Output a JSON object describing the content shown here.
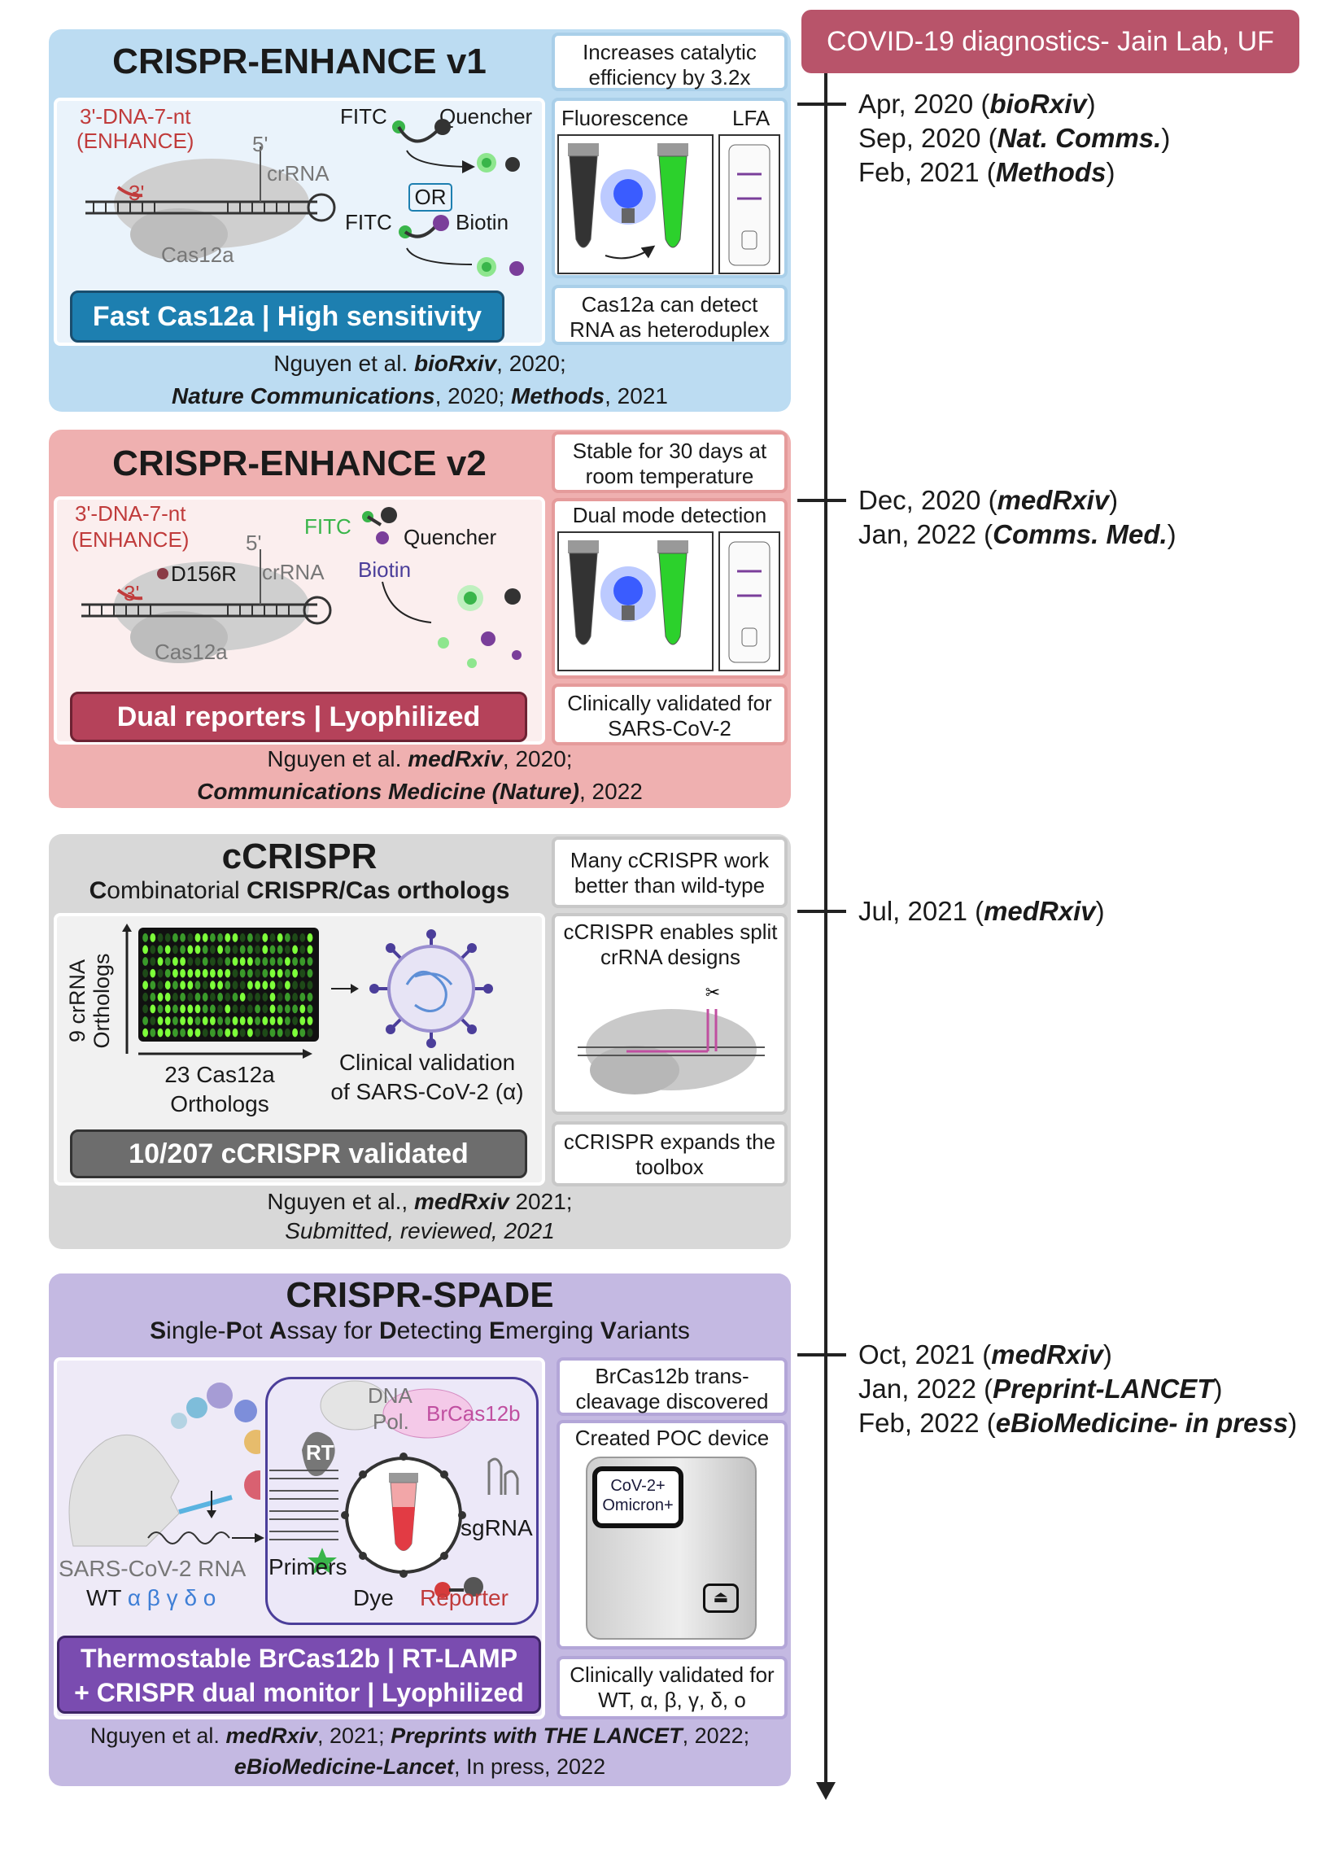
{
  "header": {
    "title": "COVID-19 diagnostics- Jain Lab, UF"
  },
  "timeline": {
    "groups": [
      {
        "lines": [
          {
            "a": "Apr, 2020 (",
            "b": "bioRxiv",
            "c": ")"
          },
          {
            "a": "Sep, 2020 (",
            "b": "Nat. Comms.",
            "c": ")"
          },
          {
            "a": "Feb, 2021 (",
            "b": "Methods",
            "c": ")"
          }
        ]
      },
      {
        "lines": [
          {
            "a": "Dec, 2020 (",
            "b": "medRxiv",
            "c": ")"
          },
          {
            "a": "Jan, 2022 (",
            "b": "Comms. Med.",
            "c": ")"
          }
        ]
      },
      {
        "lines": [
          {
            "a": "Jul, 2021 (",
            "b": "medRxiv",
            "c": ")"
          }
        ]
      },
      {
        "lines": [
          {
            "a": "Oct, 2021 (",
            "b": "medRxiv",
            "c": ")"
          },
          {
            "a": "Jan, 2022 (",
            "b": "Preprint-LANCET",
            "c": ")"
          },
          {
            "a": "Feb, 2022 (",
            "b": "eBioMedicine- in press",
            "c": ")"
          }
        ]
      }
    ]
  },
  "v1": {
    "title": "CRISPR-ENHANCE v1",
    "note1": "Increases catalytic efficiency by 3.2x",
    "note2": "Cas12a can detect RNA as heteroduplex",
    "banner": "Fast Cas12a | High sensitivity",
    "labels": {
      "dna": "3'-DNA-7-nt",
      "enh": "(ENHANCE)",
      "five": "5'",
      "three": "3'",
      "crrna": "crRNA",
      "cas": "Cas12a",
      "fitc1": "FITC",
      "quencher": "Quencher",
      "or": "OR",
      "fitc2": "FITC",
      "biotin": "Biotin",
      "fluor": "Fluorescence",
      "lfa": "LFA"
    },
    "cite": {
      "l1a": "Nguyen et al. ",
      "l1b": "bioRxiv",
      "l1c": ", 2020;",
      "l2a": "Nature Communications",
      "l2b": ", 2020; ",
      "l2c": "Methods",
      "l2d": ", 2021"
    }
  },
  "v2": {
    "title": "CRISPR-ENHANCE v2",
    "note1": "Stable for 30 days at room temperature",
    "note2": "Dual mode detection",
    "note3": "Clinically validated for SARS-CoV-2",
    "banner": "Dual reporters | Lyophilized",
    "labels": {
      "dna": "3'-DNA-7-nt",
      "enh": "(ENHANCE)",
      "five": "5'",
      "three": "3'",
      "d156r": "D156R",
      "crrna": "crRNA",
      "cas": "Cas12a",
      "fitc": "FITC",
      "quencher": "Quencher",
      "biotin": "Biotin"
    },
    "cite": {
      "l1a": "Nguyen et al. ",
      "l1b": "medRxiv",
      "l1c": ", 2020;",
      "l2a": "Communications Medicine (Nature)",
      "l2b": ", 2022"
    }
  },
  "cc": {
    "title": "cCRISPR",
    "subtitle_parts": [
      "C",
      "ombinatorial ",
      "CRISPR/Cas orthologs"
    ],
    "note1": "Many cCRISPR work better than wild-type",
    "note2": "cCRISPR enables split crRNA designs",
    "note3": "cCRISPR expands the toolbox",
    "ylabel1": "9 crRNA",
    "ylabel2": "Orthologs",
    "xlabel1": "23 Cas12a",
    "xlabel2": "Orthologs",
    "clin1": "Clinical validation",
    "clin2": "of SARS-CoV-2 (α)",
    "banner": "10/207 cCRISPR validated",
    "cite": {
      "l1a": "Nguyen et al., ",
      "l1b": "medRxiv",
      "l1c": " 2021;",
      "l2": "Submitted, reviewed, 2021"
    }
  },
  "spade": {
    "title": "CRISPR-SPADE",
    "subtitle": [
      {
        "t": "S",
        "b": true
      },
      {
        "t": "ingle-",
        "b": false
      },
      {
        "t": "P",
        "b": true
      },
      {
        "t": "ot ",
        "b": false
      },
      {
        "t": "A",
        "b": true
      },
      {
        "t": "ssay for ",
        "b": false
      },
      {
        "t": "D",
        "b": true
      },
      {
        "t": "etecting ",
        "b": false
      },
      {
        "t": "E",
        "b": true
      },
      {
        "t": "merging ",
        "b": false
      },
      {
        "t": "V",
        "b": true
      },
      {
        "t": "ariants",
        "b": false
      }
    ],
    "note1": "BrCas12b trans-cleavage discovered",
    "note2": "Created POC device",
    "note3": "Clinically validated for WT, α, β, γ, δ, o",
    "device1": "CoV-2+",
    "device2": "Omicron+",
    "labels": {
      "dna": "DNA",
      "pol": "Pol.",
      "brcas": "BrCas12b",
      "rt": "RT",
      "sgrna": "sgRNA",
      "primers": "Primers",
      "dye": "Dye",
      "reporter": "Reporter",
      "rna": "SARS-CoV-2 RNA",
      "wt": "WT",
      "variants": "α β γ δ o"
    },
    "banner1": "Thermostable BrCas12b | RT-LAMP",
    "banner2": "+ CRISPR dual monitor | Lyophilized",
    "cite": {
      "l1a": "Nguyen et al. ",
      "l1b": "medRxiv",
      "l1c": ", 2021; ",
      "l1d": "Preprints with THE LANCET",
      "l1e": ", 2022;",
      "l2a": "eBioMedicine-Lancet",
      "l2b": ", In press, 2022"
    }
  }
}
